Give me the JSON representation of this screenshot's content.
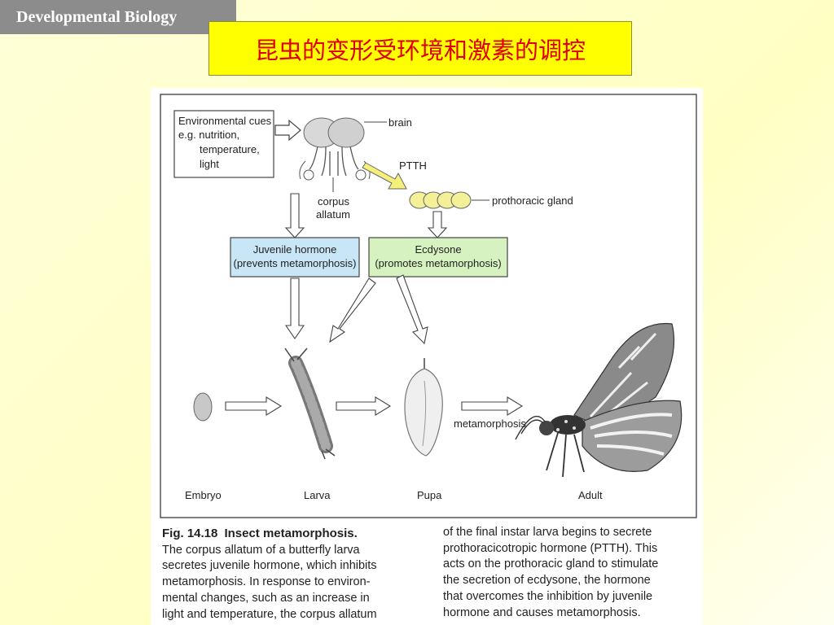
{
  "header": {
    "tab_label": "Developmental Biology"
  },
  "slide": {
    "title": "昆虫的变形受环境和激素的调控"
  },
  "figure": {
    "env_cues": [
      "Environmental cues",
      "e.g. nutrition,",
      "temperature,",
      "light"
    ],
    "brain_label": "brain",
    "ptth_label": "PTTH",
    "corpus_allatum_label": [
      "corpus",
      "allatum"
    ],
    "prothoracic_gland_label": "prothoracic gland",
    "juvenile_hormone": [
      "Juvenile hormone",
      "(prevents metamorphosis)"
    ],
    "ecdysone": [
      "Ecdysone",
      "(promotes metamorphosis)"
    ],
    "metamorphosis_label": "metamorphosis",
    "stages": [
      "Embryo",
      "Larva",
      "Pupa",
      "Adult"
    ],
    "colors": {
      "juvenile_box": "#c8e6f6",
      "ecdysone_box": "#d6f2c0",
      "ptth_arrow": "#f4f07a",
      "gland": "#f4f098",
      "brain": "#d8d8d8"
    }
  },
  "caption": {
    "fig_number": "Fig. 14.18",
    "fig_title": "Insect metamorphosis.",
    "left_lines": [
      "The corpus allatum of a butterfly larva",
      "secretes juvenile hormone, which inhibits",
      "metamorphosis. In response to environ-",
      "mental changes, such as an increase in",
      "light and temperature, the corpus allatum"
    ],
    "right_lines": [
      "of the final instar larva begins to secrete",
      "prothoracicotropic hormone (PTTH). This",
      "acts on the prothoracic gland to stimulate",
      "the secretion of ecdysone, the hormone",
      "that overcomes the inhibition by juvenile",
      "hormone and causes metamorphosis."
    ]
  }
}
